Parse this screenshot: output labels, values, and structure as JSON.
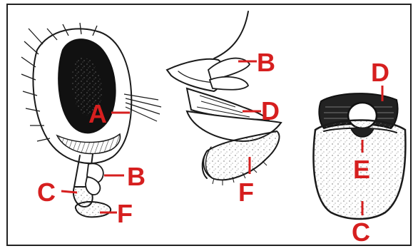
{
  "colors": {
    "label": "#d61f1f",
    "ink": "#1a1a1a",
    "frame": "#222222",
    "background": "#ffffff"
  },
  "figure1": {
    "labels": {
      "a": "A",
      "b": "B",
      "c": "C",
      "f": "F"
    }
  },
  "figure2": {
    "labels": {
      "b": "B",
      "d": "D",
      "f": "F"
    }
  },
  "figure3": {
    "labels": {
      "d": "D",
      "e": "E",
      "c": "C"
    }
  }
}
